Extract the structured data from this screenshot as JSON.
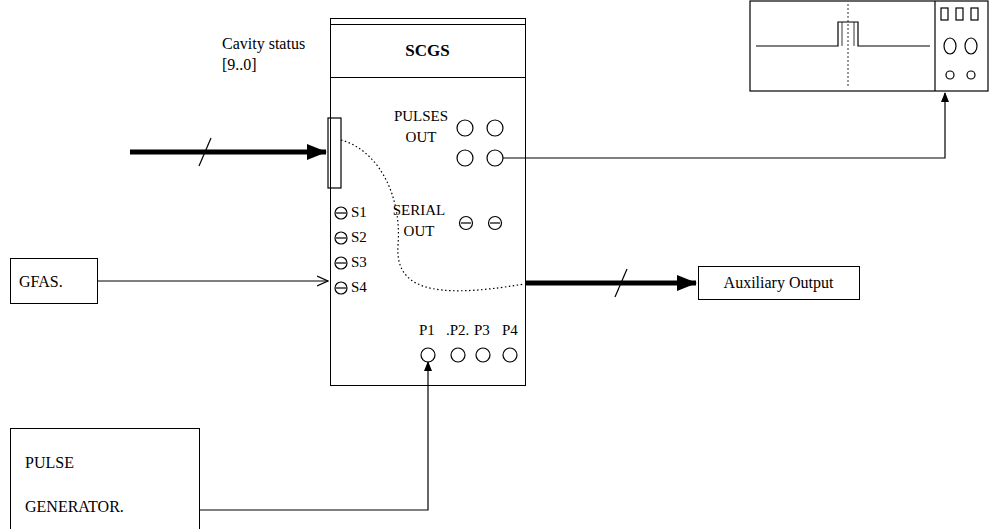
{
  "diagram": {
    "nodes": [
      {
        "text": [
          "GFAS."
        ]
      },
      {
        "text": [
          "SCGS"
        ]
      },
      {
        "text": [
          "PULSE GENERATOR."
        ]
      },
      {
        "text": [
          "Auxiliary Output"
        ]
      }
    ],
    "edges": [
      {
        "from": 0,
        "to": 1,
        "arrow": "to"
      },
      {
        "from": 2,
        "to": 1,
        "arrow": "to"
      },
      {
        "from": 1,
        "to": 3,
        "arrow": "to"
      }
    ],
    "labels": [
      "Cavity status [9..0]",
      "PULSES OUT",
      "SERIAL OUT",
      "S1",
      "S2",
      "S3",
      "S4",
      "P1",
      ".P2.",
      "P3",
      "P4"
    ]
  }
}
